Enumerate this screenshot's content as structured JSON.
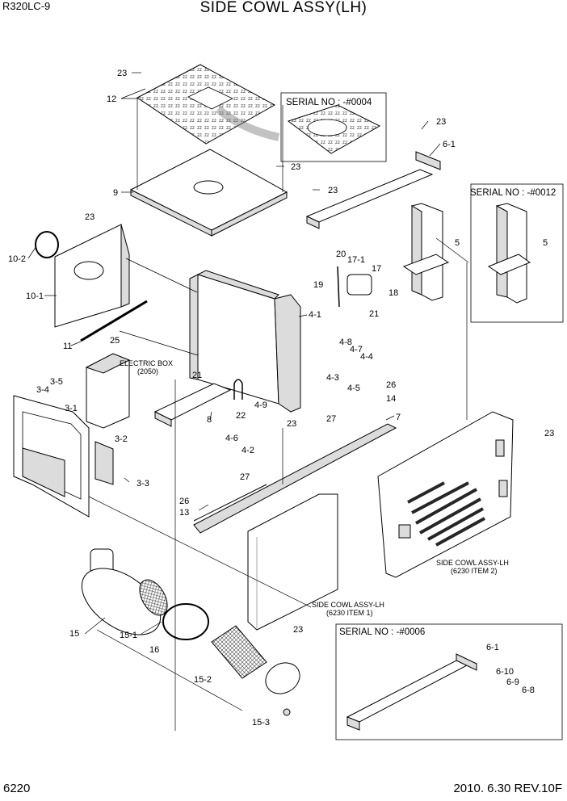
{
  "header": {
    "model": "R320LC-9",
    "title": "SIDE COWL ASSY(LH)"
  },
  "footer": {
    "page_number": "6220",
    "date_rev": "2010. 6.30  REV.10F"
  },
  "serial_boxes": [
    {
      "text": "SERIAL NO : -#0004"
    },
    {
      "text": "SERIAL NO : -#0012"
    },
    {
      "text": "SERIAL NO : -#0006"
    }
  ],
  "notes": {
    "electric_box": "ELECTRIC BOX",
    "electric_box_ref": "(2050)",
    "side_cowl_lh_1": "SIDE COWL ASSY-LH",
    "side_cowl_lh_1_ref": "(6230 ITEM 1)",
    "side_cowl_lh_2": "SIDE COWL ASSY-LH",
    "side_cowl_lh_2_ref": "(6230 ITEM 2)"
  },
  "callouts": {
    "c23a": "23",
    "c12": "12",
    "c23b": "23",
    "c23c": "23",
    "c61": "6-1",
    "c9": "9",
    "c23d": "23",
    "c23e": "23",
    "c102": "10-2",
    "c101": "10-1",
    "c20": "20",
    "c171": "17-1",
    "c17": "17",
    "c19": "19",
    "c18": "18",
    "c21a": "21",
    "c5a": "5",
    "c5b": "5",
    "c41": "4-1",
    "c11": "11",
    "c25": "25",
    "c48": "4-8",
    "c47": "4-7",
    "c44": "4-4",
    "c35": "3-5",
    "c34": "3-4",
    "c31": "3-1",
    "c21b": "21",
    "c43": "4-3",
    "c45": "4-5",
    "c26a": "26",
    "c14": "14",
    "c49": "4-9",
    "c8": "8",
    "c22": "22",
    "c23f": "23",
    "c27a": "27",
    "c7": "7",
    "c23g": "23",
    "c32": "3-2",
    "c46": "4-6",
    "c42": "4-2",
    "c33": "3-3",
    "c27b": "27",
    "c26b": "26",
    "c13": "13",
    "c15": "15",
    "c151": "15-1",
    "c16": "16",
    "c23h": "23",
    "c152": "15-2",
    "c153": "15-3",
    "c61b": "6-1",
    "c610": "6-10",
    "c69": "6-9",
    "c68": "6-8"
  }
}
